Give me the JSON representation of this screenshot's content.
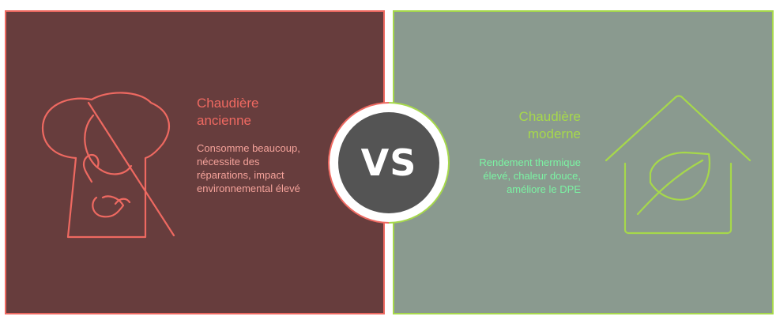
{
  "left": {
    "title": "Chaudière ancienne",
    "description": "Consomme beaucoup, nécessite des réparations, impact environnemental élevé",
    "icon": "old-boiler-crossed-icon",
    "colors": {
      "background": "#673d3d",
      "accent": "#ee6961",
      "text": "#f4a29a"
    }
  },
  "right": {
    "title": "Chaudière moderne",
    "description": "Rendement thermique élevé, chaleur douce, améliore le DPE",
    "icon": "house-leaf-icon",
    "colors": {
      "background": "#8a9a8f",
      "accent": "#a6d84b",
      "text": "#7bf3a3"
    }
  },
  "versus": {
    "label": "VS",
    "colors": {
      "fill": "#545454",
      "ring": "#ffffff"
    }
  }
}
